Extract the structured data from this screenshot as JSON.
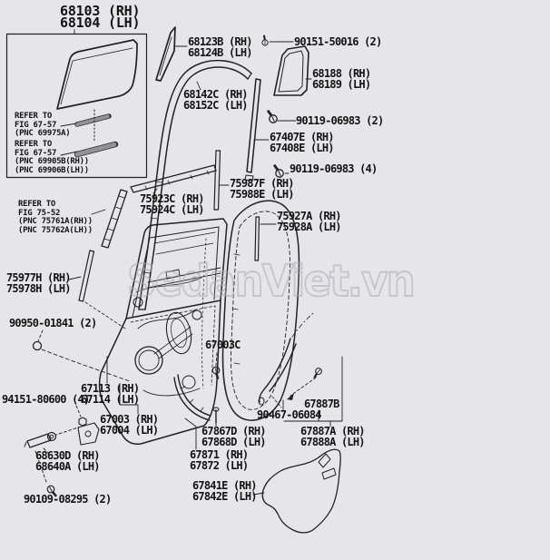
{
  "page": {
    "background_color": "#e6e5e9",
    "line_color": "#222222",
    "text_color": "#141414",
    "watermark_color": "#acacb8"
  },
  "watermark": "SedanViet.vn",
  "labels": {
    "n68103": {
      "lines": [
        "68103 (RH)",
        "68104 (LH)"
      ]
    },
    "refer_a": {
      "lines": [
        "REFER TO",
        "FIG 67-57",
        "(PNC 69975A)"
      ]
    },
    "refer_b": {
      "lines": [
        "REFER TO",
        "FIG 67-57",
        "(PNC 69905B(RH))",
        "(PNC 69906B(LH))"
      ]
    },
    "refer_c": {
      "lines": [
        "REFER TO",
        "FIG 75-52",
        "(PNC 75761A(RH))",
        "(PNC 75762A(LH))"
      ]
    },
    "n68123b": {
      "lines": [
        "68123B (RH)",
        "68124B (LH)"
      ]
    },
    "n90151": {
      "lines": [
        "90151-50016 (2)"
      ]
    },
    "n68142c": {
      "lines": [
        "68142C (RH)",
        "68152C (LH)"
      ]
    },
    "n68188": {
      "lines": [
        "68188 (RH)",
        "68189 (LH)"
      ]
    },
    "n90119a": {
      "lines": [
        "90119-06983 (2)"
      ]
    },
    "n67407e": {
      "lines": [
        "67407E (RH)",
        "67408E (LH)"
      ]
    },
    "n90119b": {
      "lines": [
        "90119-06983 (4)"
      ]
    },
    "n75923c": {
      "lines": [
        "75923C (RH)",
        "75924C (LH)"
      ]
    },
    "n75987f": {
      "lines": [
        "75987F (RH)",
        "75988E (LH)"
      ]
    },
    "n75927a": {
      "lines": [
        "75927A (RH)",
        "75928A (LH)"
      ]
    },
    "n75977h": {
      "lines": [
        "75977H (RH)",
        "75978H (LH)"
      ]
    },
    "n90950": {
      "lines": [
        "90950-01841 (2)"
      ]
    },
    "n94151": {
      "lines": [
        "94151-80600 (4)"
      ]
    },
    "n67113": {
      "lines": [
        "67113 (RH)",
        "67114 (LH)"
      ]
    },
    "n67003": {
      "lines": [
        "67003 (RH)",
        "67004 (LH)"
      ]
    },
    "n68630d": {
      "lines": [
        "68630D (RH)",
        "68640A (LH)"
      ]
    },
    "n90109": {
      "lines": [
        "90109-08295 (2)"
      ]
    },
    "n67003c": {
      "lines": [
        "67003C"
      ]
    },
    "n67867d": {
      "lines": [
        "67867D (RH)",
        "67868D (LH)"
      ]
    },
    "n67871": {
      "lines": [
        "67871 (RH)",
        "67872 (LH)"
      ]
    },
    "n67887b": {
      "lines": [
        "67887B"
      ]
    },
    "n90467": {
      "lines": [
        "90467-06084"
      ]
    },
    "n67887a": {
      "lines": [
        "67887A (RH)",
        "67888A (LH)"
      ]
    },
    "n67841e": {
      "lines": [
        "67841E (RH)",
        "67842E (LH)"
      ]
    }
  }
}
